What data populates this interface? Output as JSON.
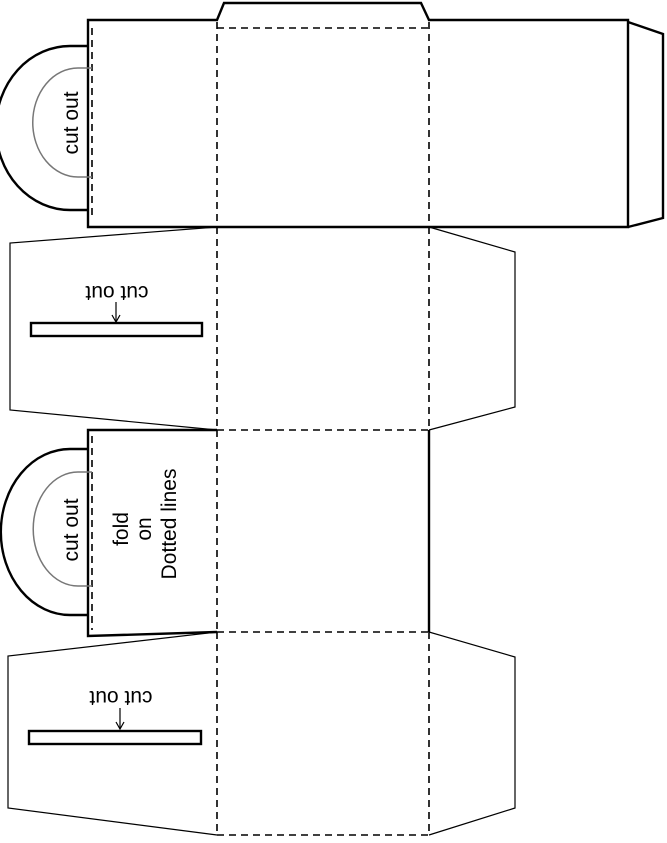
{
  "labels": {
    "handle_cut_top": "cut out",
    "handle_cut_middle": "cut out",
    "slot_cut_upper": "cut out",
    "slot_cut_lower": "cut out",
    "fold_instruction": [
      "fold",
      "on",
      "Dotted lines"
    ]
  },
  "colors": {
    "line": "#000000",
    "handle_inner_line": "#777777",
    "background": "#ffffff"
  }
}
